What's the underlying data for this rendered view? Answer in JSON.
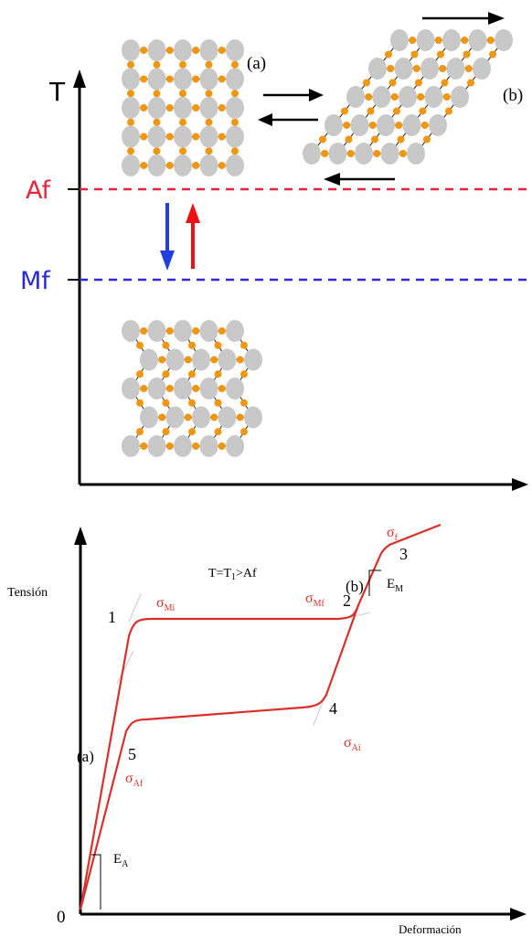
{
  "top_panel": {
    "axis_label_T": "T",
    "level_af": "Af",
    "level_mf": "Mf",
    "label_a": "(a)",
    "label_b": "(b)",
    "colors": {
      "af": "#e8253a",
      "mf": "#2a2ad8",
      "atom_large": "#c8c8c8",
      "atom_small": "#f0960f",
      "cool_arrow": "#1f3fe0",
      "heat_arrow": "#ee1111"
    }
  },
  "bottom_panel": {
    "ylabel": "Tensión",
    "xlabel": "Deformación",
    "origin": "0",
    "condition": {
      "main": "T=T",
      "sub": "1",
      "rest": ">Af"
    },
    "sigma": {
      "Mi": {
        "base": "σ",
        "sub": "Mi"
      },
      "Mf": {
        "base": "σ",
        "sub": "Mf"
      },
      "f": {
        "base": "σ",
        "sub": "f"
      },
      "Ai": {
        "base": "σ",
        "sub": "Ai"
      },
      "Af": {
        "base": "σ",
        "sub": "Af"
      }
    },
    "modulus": {
      "EM": {
        "base": "E",
        "sub": "M"
      },
      "EA": {
        "base": "E",
        "sub": "A"
      }
    },
    "points": [
      "1",
      "2",
      "3",
      "4",
      "5"
    ],
    "label_a": "(a)",
    "label_b": "(b)",
    "colors": {
      "curve": "#d9302b",
      "label": "#d9302b"
    }
  }
}
